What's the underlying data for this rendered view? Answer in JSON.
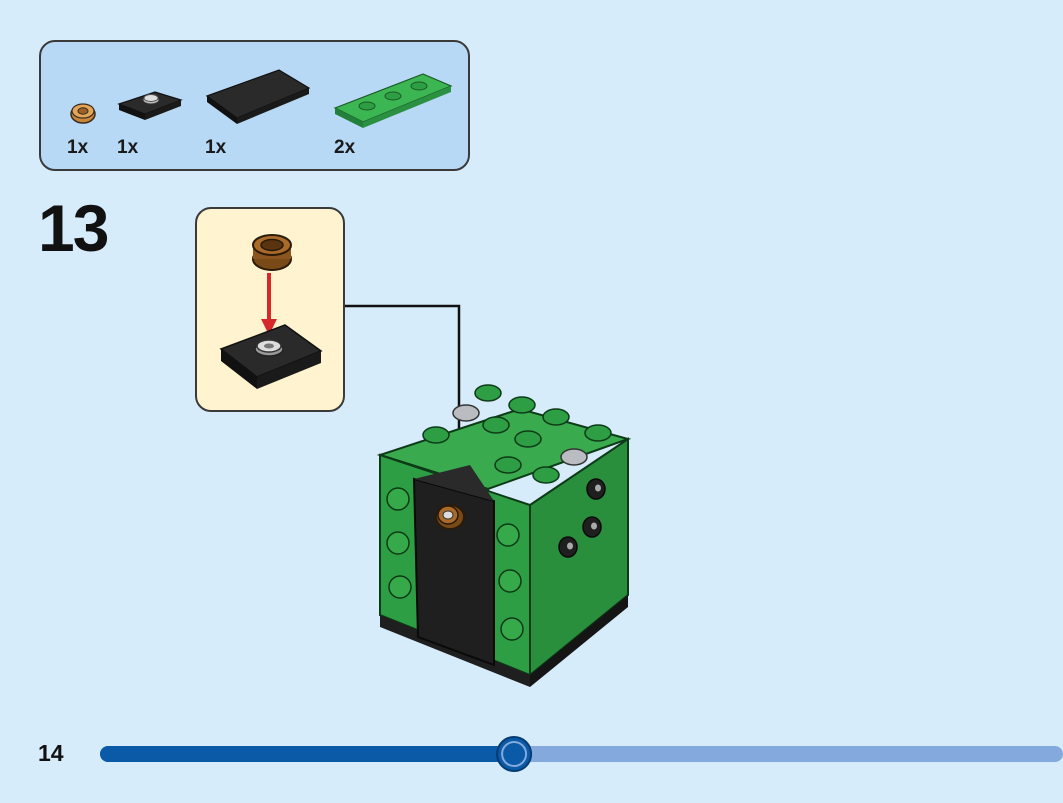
{
  "parts": [
    {
      "name": "round-plate-tan",
      "qty": "1x"
    },
    {
      "name": "jumper-plate-black",
      "qty": "1x"
    },
    {
      "name": "tile-black",
      "qty": "1x"
    },
    {
      "name": "plate-green",
      "qty": "2x"
    }
  ],
  "step": {
    "number": "13"
  },
  "page": {
    "number": "14",
    "progress": 0.43
  },
  "colors": {
    "background": "#d6ecfb",
    "parts_box": "#b7d9f5",
    "callout": "#fff4cf",
    "green": "#2e9e44",
    "black": "#1f1f1f",
    "arrow": "#d62a2a",
    "progress_done": "#0a5aa8",
    "progress_todo": "#84a9dc"
  }
}
